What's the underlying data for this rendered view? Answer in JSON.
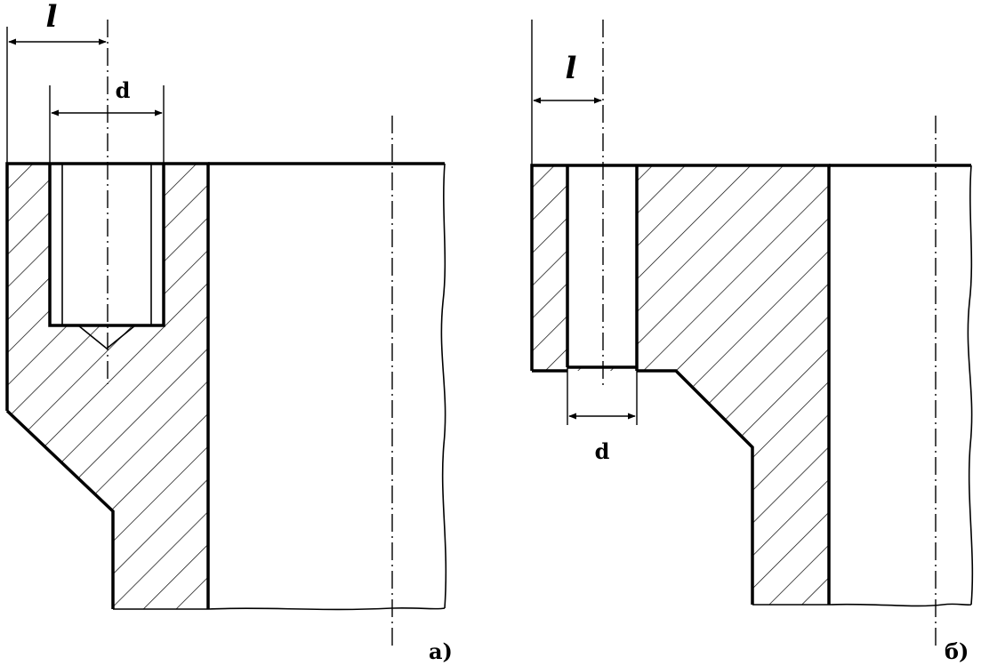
{
  "figure_a": {
    "length_label": "l",
    "diameter_label": "d",
    "caption": "а)"
  },
  "figure_b": {
    "length_label": "l",
    "diameter_label": "d",
    "caption": "б)"
  },
  "colors": {
    "stroke": "#000000",
    "background": "#ffffff"
  }
}
